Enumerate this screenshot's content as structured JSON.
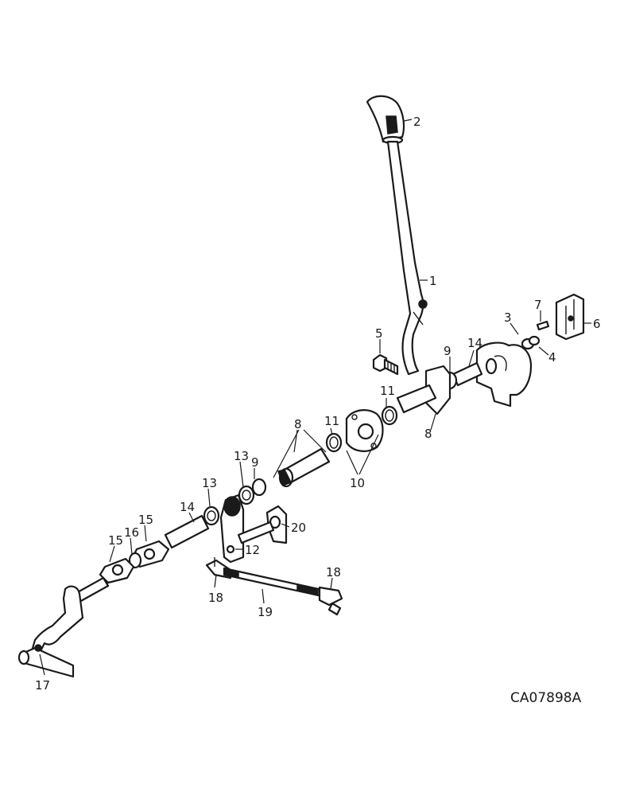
{
  "diagram": {
    "figure_code": "CA07898A",
    "callouts": [
      {
        "id": "c1",
        "label": "1"
      },
      {
        "id": "c2",
        "label": "2"
      },
      {
        "id": "c3",
        "label": "3"
      },
      {
        "id": "c4",
        "label": "4"
      },
      {
        "id": "c5",
        "label": "5"
      },
      {
        "id": "c6",
        "label": "6"
      },
      {
        "id": "c7",
        "label": "7"
      },
      {
        "id": "c8a",
        "label": "8"
      },
      {
        "id": "c8b",
        "label": "8"
      },
      {
        "id": "c9a",
        "label": "9"
      },
      {
        "id": "c9b",
        "label": "9"
      },
      {
        "id": "c10",
        "label": "10"
      },
      {
        "id": "c11a",
        "label": "11"
      },
      {
        "id": "c11b",
        "label": "11"
      },
      {
        "id": "c12",
        "label": "12"
      },
      {
        "id": "c13a",
        "label": "13"
      },
      {
        "id": "c13b",
        "label": "13"
      },
      {
        "id": "c14a",
        "label": "14"
      },
      {
        "id": "c14b",
        "label": "14"
      },
      {
        "id": "c15a",
        "label": "15"
      },
      {
        "id": "c15b",
        "label": "15"
      },
      {
        "id": "c16",
        "label": "16"
      },
      {
        "id": "c17",
        "label": "17"
      },
      {
        "id": "c18a",
        "label": "18"
      },
      {
        "id": "c18b",
        "label": "18"
      },
      {
        "id": "c19",
        "label": "19"
      },
      {
        "id": "c20",
        "label": "20"
      }
    ]
  }
}
